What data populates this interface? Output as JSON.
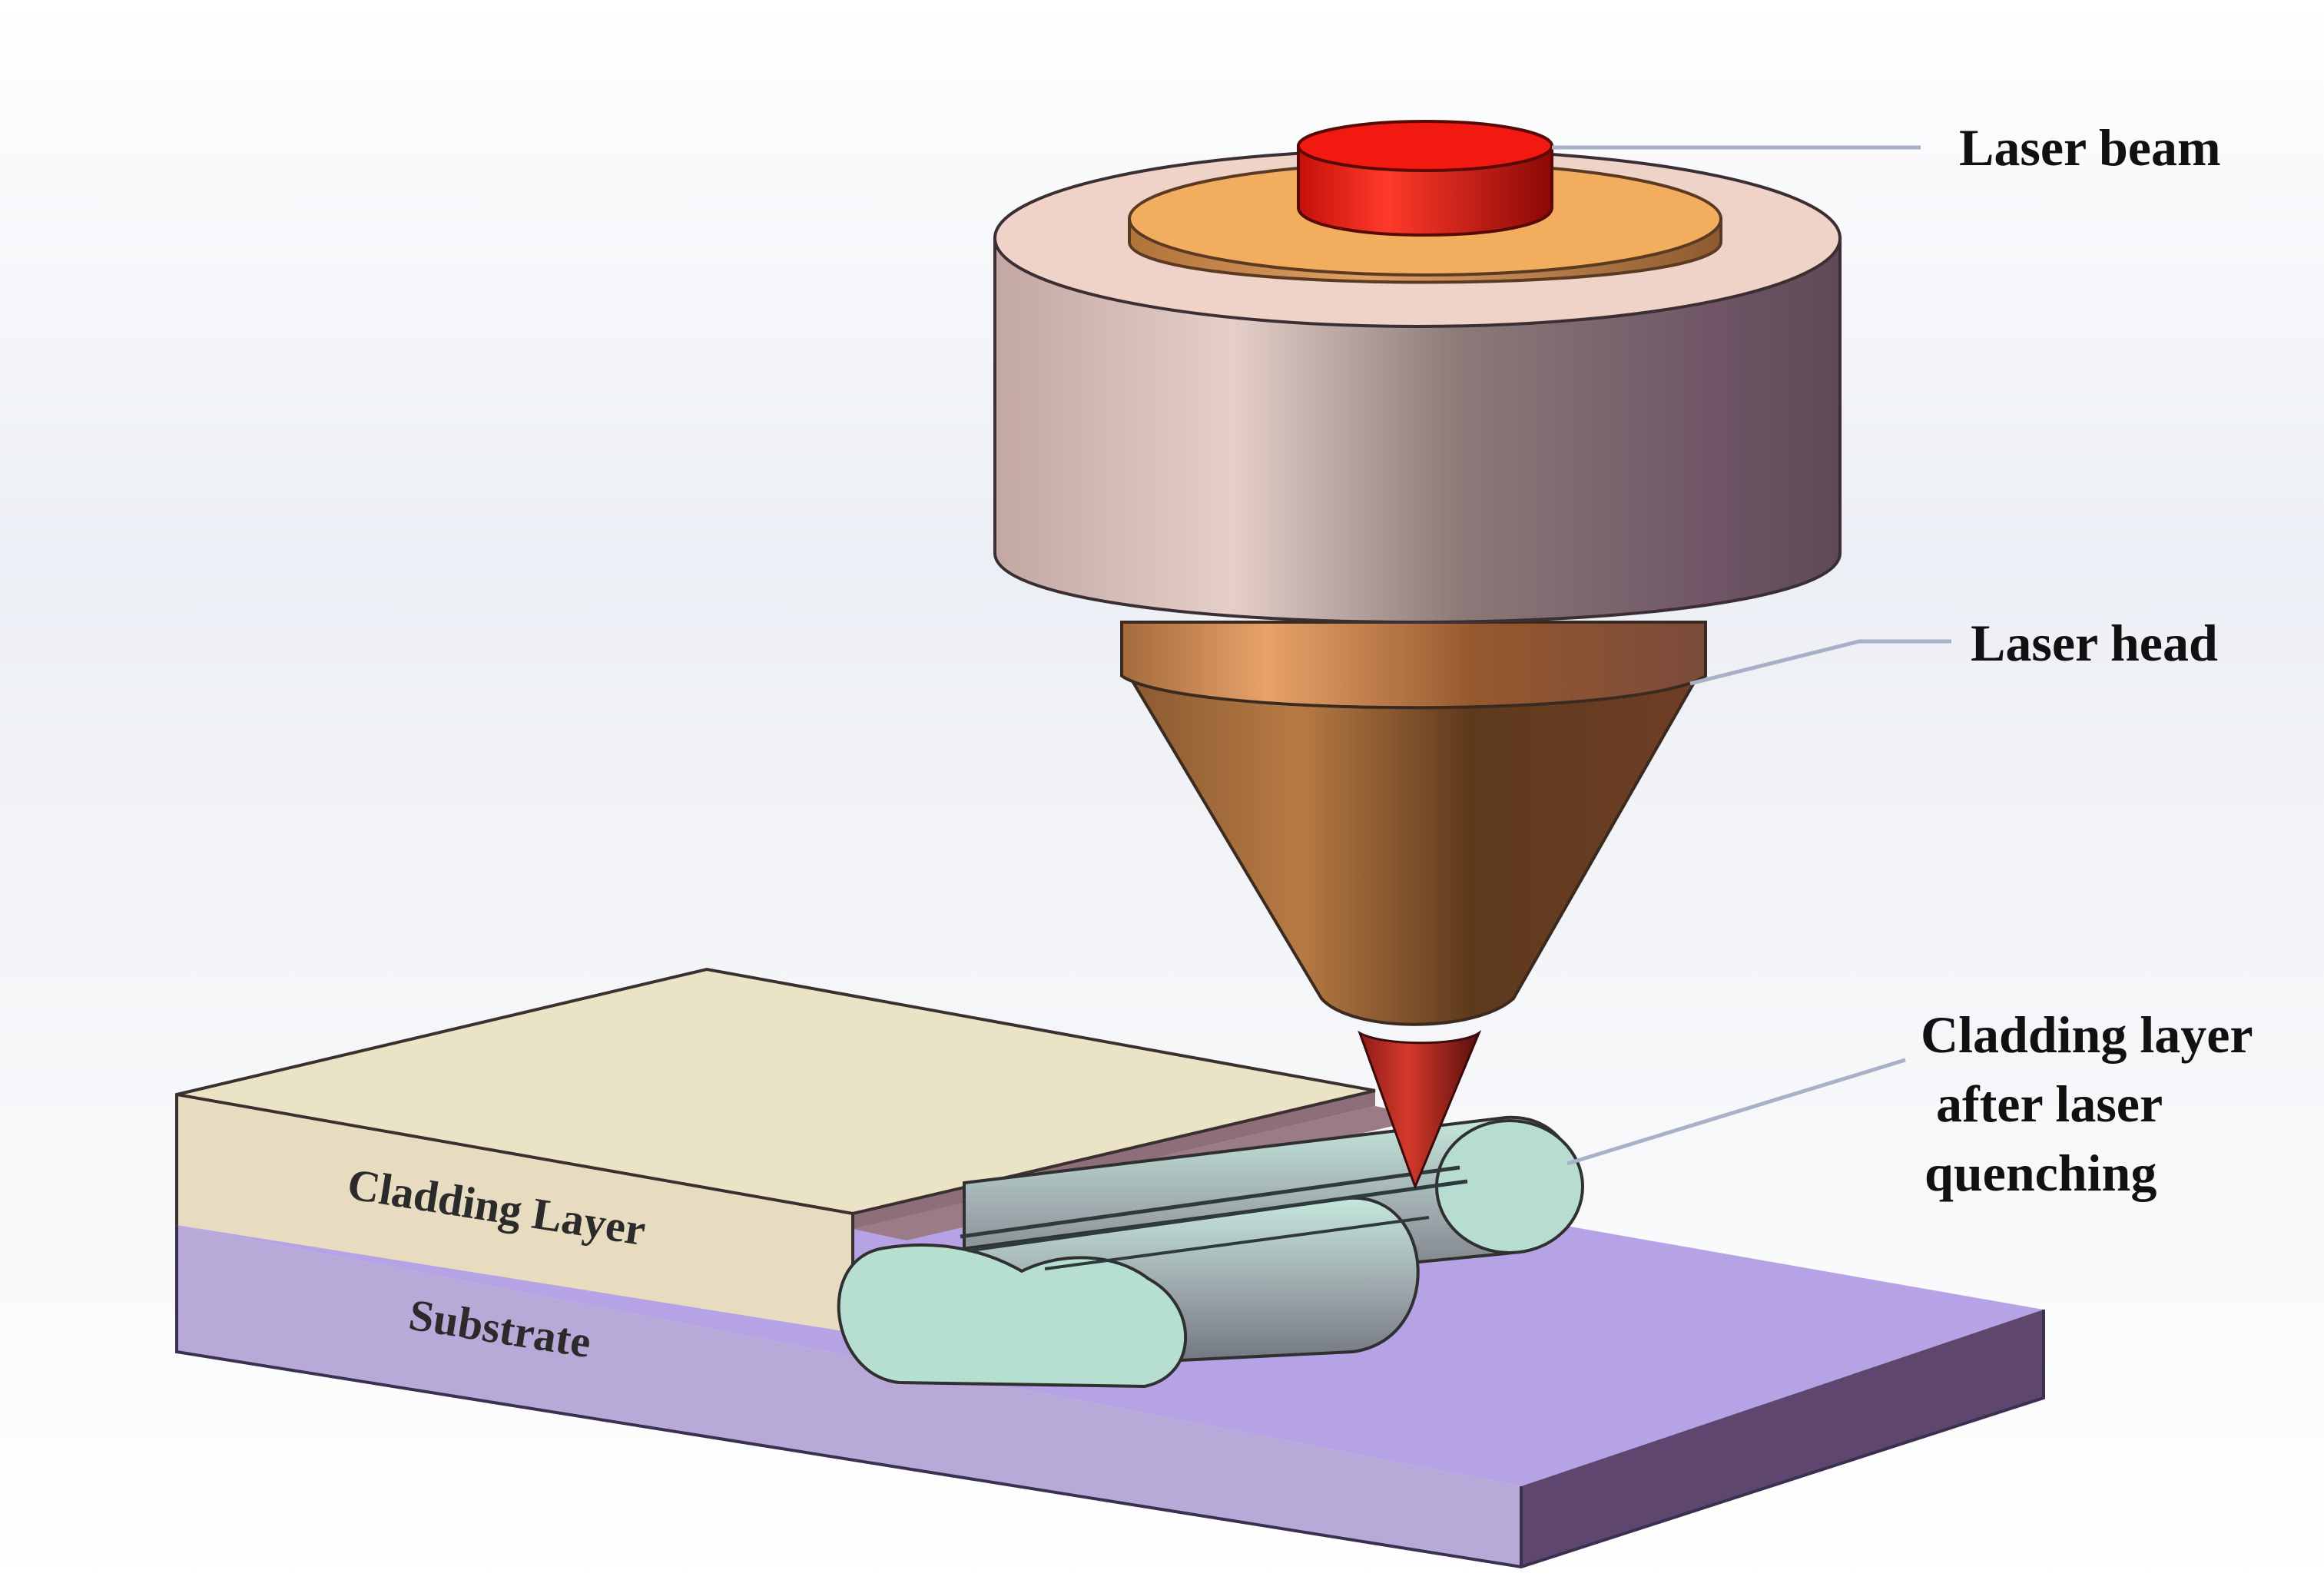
{
  "diagram": {
    "labels": {
      "laser_beam": "Laser beam",
      "laser_head": "Laser head",
      "clad_quench_line1": "Cladding layer",
      "clad_quench_line2": "after laser",
      "clad_quench_line3": "quenching",
      "cladding_layer": "Cladding Layer",
      "substrate": "Substrate"
    },
    "colors": {
      "laser_beam": "#e8150c",
      "lens_ring": "#f0a85c",
      "head_housing": "#b89a9e",
      "nozzle": "#8a5a2e",
      "cladding_layer": "#ebe2c4",
      "quenched_tracks": "#b5ddd2",
      "substrate": "#b8a6de",
      "leader_lines": "#a9b0c9"
    }
  }
}
